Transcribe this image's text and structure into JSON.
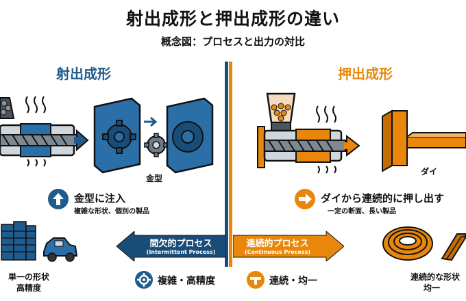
{
  "title": "射出成形と押出成形の違い",
  "subtitle": "概念図：プロセスと出力の対比",
  "left": {
    "heading": "射出成形",
    "mold_label": "金型",
    "action_label": "金型に注入",
    "action_sub": "複雑な形状、個別の製品",
    "output_label_1": "単一の形状",
    "output_label_2": "高精度",
    "process_label": "間欠的プロセス",
    "process_label_en": "(Intermittent Process)",
    "feature_label": "複雑・高精度"
  },
  "right": {
    "heading": "押出成形",
    "die_label": "ダイ",
    "action_label": "ダイから連続的に押し出す",
    "action_sub": "一定の断面、長い製品",
    "output_label_1": "連続的な形状",
    "output_label_2": "均一",
    "process_label": "連続的プロセス",
    "process_label_en": "(Continuous Process)",
    "feature_label": "連続・均一"
  },
  "colors": {
    "injection_blue": "#1f5b8c",
    "extrusion_orange": "#e8870c",
    "dark": "#111111"
  }
}
